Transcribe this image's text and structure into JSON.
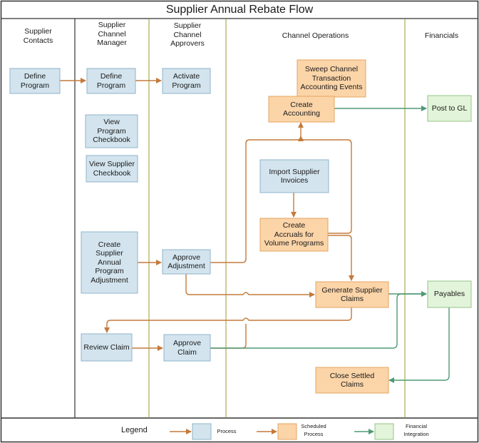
{
  "title": "Supplier Annual Rebate Flow",
  "lanes": [
    {
      "id": "supplier-contacts",
      "label": "Supplier\nContacts"
    },
    {
      "id": "supplier-channel-manager",
      "label": "Supplier\nChannel\nManager"
    },
    {
      "id": "supplier-channel-approvers",
      "label": "Supplier\nChannel\nApprovers"
    },
    {
      "id": "channel-operations",
      "label": "Channel Operations"
    },
    {
      "id": "financials",
      "label": "Financials"
    }
  ],
  "nodes": [
    {
      "id": "define-program-contacts",
      "label": "Define\nProgram",
      "type": "process"
    },
    {
      "id": "define-program-manager",
      "label": "Define\nProgram",
      "type": "process"
    },
    {
      "id": "activate-program",
      "label": "Activate\nProgram",
      "type": "process"
    },
    {
      "id": "view-program-checkbook",
      "label": "View\nProgram\nCheckbook",
      "type": "process"
    },
    {
      "id": "view-supplier-checkbook",
      "label": "View Supplier\nCheckbook",
      "type": "process"
    },
    {
      "id": "create-supplier-annual-program-adjustment",
      "label": "Create\nSupplier\nAnnual\nProgram\nAdjustment",
      "type": "process"
    },
    {
      "id": "review-claim",
      "label": "Review Claim",
      "type": "process"
    },
    {
      "id": "approve-adjustment",
      "label": "Approve\nAdjustment",
      "type": "process"
    },
    {
      "id": "approve-claim",
      "label": "Approve\nClaim",
      "type": "process"
    },
    {
      "id": "sweep-channel-transaction-accounting-events",
      "label": "Sweep Channel\nTransaction\nAccounting Events",
      "type": "scheduled"
    },
    {
      "id": "create-accounting",
      "label": "Create\nAccounting",
      "type": "scheduled"
    },
    {
      "id": "import-supplier-invoices",
      "label": "Import Supplier\nInvoices",
      "type": "process"
    },
    {
      "id": "create-accruals-for-volume-programs",
      "label": "Create\nAccruals for\nVolume Programs",
      "type": "scheduled"
    },
    {
      "id": "generate-supplier-claims",
      "label": "Generate Supplier\nClaims",
      "type": "scheduled"
    },
    {
      "id": "close-settled-claims",
      "label": "Close Settled\nClaims",
      "type": "scheduled"
    },
    {
      "id": "post-to-gl",
      "label": "Post to GL",
      "type": "financial"
    },
    {
      "id": "payables",
      "label": "Payables",
      "type": "financial"
    }
  ],
  "legend": {
    "title": "Legend",
    "items": [
      {
        "id": "process",
        "label": "Process"
      },
      {
        "id": "scheduled",
        "label": "Scheduled\nProcess"
      },
      {
        "id": "financial",
        "label": "Financial\nIntegration"
      }
    ]
  },
  "colors": {
    "process_fill": "#d3e4ee",
    "process_stroke": "#8fb3c9",
    "scheduled_fill": "#fbd4a8",
    "scheduled_stroke": "#e3a660",
    "financial_fill": "#e2f4d9",
    "financial_stroke": "#95c488",
    "orange_arrow": "#c47a3c",
    "green_arrow": "#4f9a74",
    "lane_divider_inner": "#9a9a2c",
    "frame": "#333333"
  }
}
